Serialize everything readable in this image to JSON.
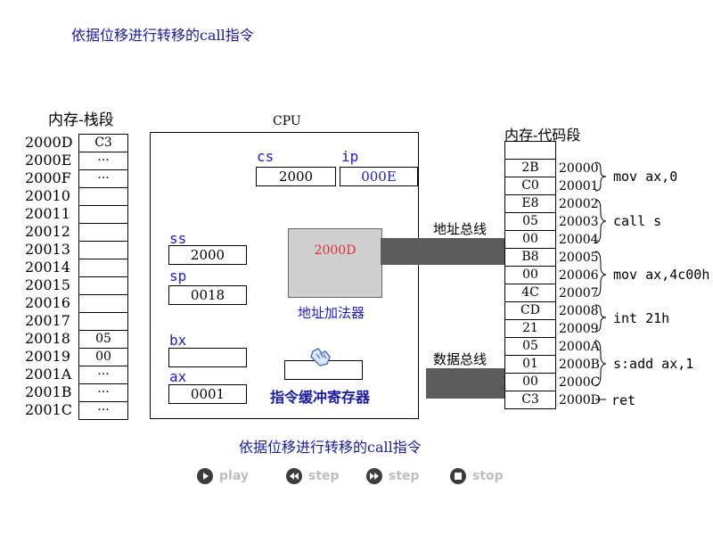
{
  "title_top": "依据位移进行转移的call指令",
  "title_bottom": "依据位移进行转移的call指令",
  "stack": {
    "title": "内存-栈段",
    "rows": [
      {
        "addr": "2000D",
        "val": "C3"
      },
      {
        "addr": "2000E",
        "val": "···"
      },
      {
        "addr": "2000F",
        "val": "···"
      },
      {
        "addr": "20010",
        "val": ""
      },
      {
        "addr": "20011",
        "val": ""
      },
      {
        "addr": "20012",
        "val": ""
      },
      {
        "addr": "20013",
        "val": ""
      },
      {
        "addr": "20014",
        "val": ""
      },
      {
        "addr": "20015",
        "val": ""
      },
      {
        "addr": "20016",
        "val": ""
      },
      {
        "addr": "20017",
        "val": ""
      },
      {
        "addr": "20018",
        "val": "05"
      },
      {
        "addr": "20019",
        "val": "00"
      },
      {
        "addr": "2001A",
        "val": "···"
      },
      {
        "addr": "2001B",
        "val": "···"
      },
      {
        "addr": "2001C",
        "val": "···"
      }
    ]
  },
  "cpu": {
    "label": "CPU",
    "cs_label": "cs",
    "cs_value": "2000",
    "ip_label": "ip",
    "ip_value": "000E",
    "ss_label": "ss",
    "ss_value": "2000",
    "sp_label": "sp",
    "sp_value": "0018",
    "bx_label": "bx",
    "bx_value": "",
    "ax_label": "ax",
    "ax_value": "0001",
    "adder_value": "2000D",
    "adder_label": "地址加法器",
    "buffer_value": "",
    "buffer_label": "指令缓冲寄存器"
  },
  "buses": {
    "address_label": "地址总线",
    "data_label": "数据总线"
  },
  "code": {
    "title": "内存-代码段",
    "cells": [
      {
        "val": "",
        "addr": ""
      },
      {
        "val": "2B",
        "addr": "20000"
      },
      {
        "val": "C0",
        "addr": "20001"
      },
      {
        "val": "E8",
        "addr": "20002"
      },
      {
        "val": "05",
        "addr": "20003"
      },
      {
        "val": "00",
        "addr": "20004"
      },
      {
        "val": "B8",
        "addr": "20005"
      },
      {
        "val": "00",
        "addr": "20006"
      },
      {
        "val": "4C",
        "addr": "20007"
      },
      {
        "val": "CD",
        "addr": "20008"
      },
      {
        "val": "21",
        "addr": "20009"
      },
      {
        "val": "05",
        "addr": "2000A"
      },
      {
        "val": "01",
        "addr": "2000B"
      },
      {
        "val": "00",
        "addr": "2000C"
      },
      {
        "val": "C3",
        "addr": "2000D"
      }
    ],
    "instructions": [
      {
        "text": "mov ax,0"
      },
      {
        "text": "call s"
      },
      {
        "text": "mov ax,4c00h"
      },
      {
        "text": "int 21h"
      },
      {
        "text": "s:add ax,1"
      },
      {
        "text": "ret"
      }
    ]
  },
  "controls": {
    "play": "play",
    "step_back": "step",
    "step_forward": "step",
    "stop": "stop"
  }
}
